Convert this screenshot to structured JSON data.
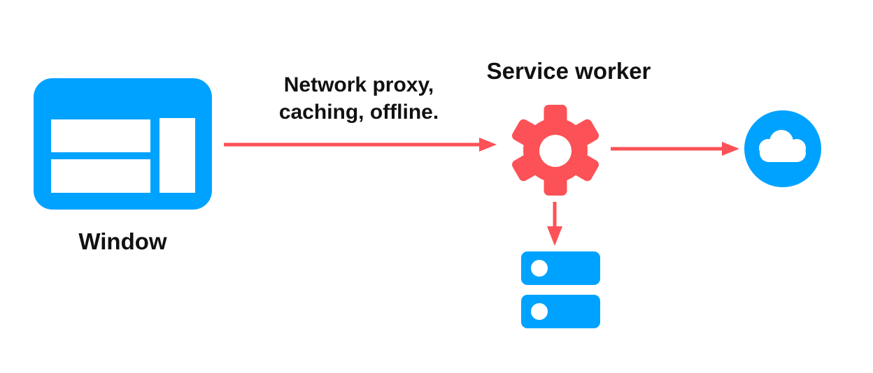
{
  "colors": {
    "blue": "#00a2ff",
    "red": "#fc5156",
    "text": "#111111",
    "background": "#ffffff"
  },
  "nodes": {
    "window": {
      "label": "Window",
      "icon": "browser-window-icon"
    },
    "service_worker": {
      "label": "Service worker",
      "icon": "gear-icon"
    },
    "cloud": {
      "icon": "cloud-icon"
    },
    "storage": {
      "icon": "database-icon"
    }
  },
  "edges": {
    "window_to_service_worker": {
      "label_lines": [
        "Network proxy,",
        "caching, offline."
      ],
      "direction": "right"
    },
    "service_worker_to_cloud": {
      "direction": "right"
    },
    "service_worker_to_storage": {
      "direction": "down"
    }
  }
}
